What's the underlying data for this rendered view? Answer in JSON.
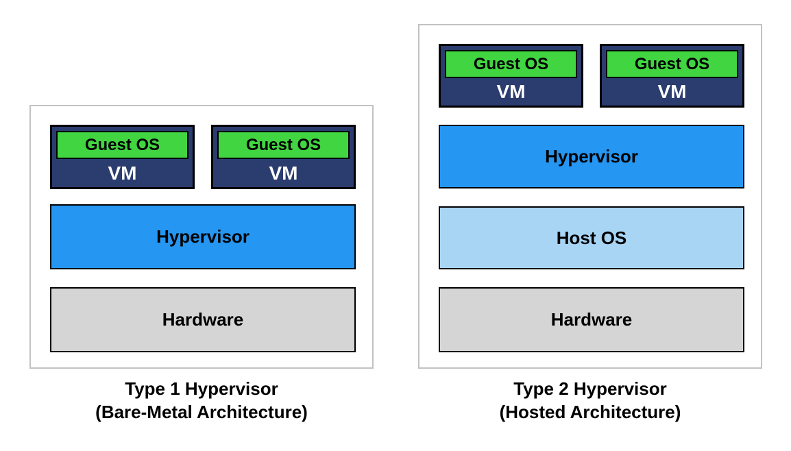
{
  "left": {
    "vm1": {
      "guest_os": "Guest OS",
      "vm": "VM"
    },
    "vm2": {
      "guest_os": "Guest OS",
      "vm": "VM"
    },
    "hypervisor": "Hypervisor",
    "hardware": "Hardware",
    "caption_line1": "Type 1 Hypervisor",
    "caption_line2": "(Bare-Metal Architecture)"
  },
  "right": {
    "vm1": {
      "guest_os": "Guest OS",
      "vm": "VM"
    },
    "vm2": {
      "guest_os": "Guest OS",
      "vm": "VM"
    },
    "hypervisor": "Hypervisor",
    "host_os": "Host OS",
    "hardware": "Hardware",
    "caption_line1": "Type 2 Hypervisor",
    "caption_line2": "(Hosted Architecture)"
  },
  "colors": {
    "vm_box": "#2b3c6e",
    "guest_os": "#41d541",
    "hypervisor": "#2596f2",
    "host_os": "#a9d5f5",
    "hardware": "#d5d5d5",
    "panel_border": "#c2c2c2",
    "box_border": "#000000",
    "vm_text": "#ffffff",
    "label_text": "#000000"
  }
}
